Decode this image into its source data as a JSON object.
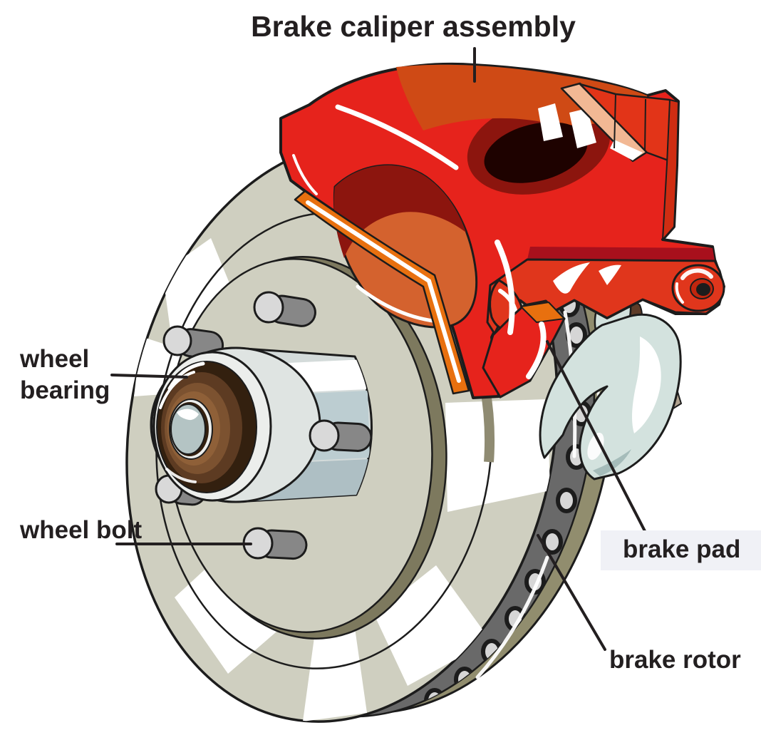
{
  "title": "Brake caliper assembly",
  "labels": {
    "wheel_bearing": {
      "line1": "wheel",
      "line2": "bearing"
    },
    "wheel_bolt": "wheel bolt",
    "brake_pad": "brake pad",
    "brake_rotor": "brake rotor"
  },
  "colors": {
    "text_color": "#231f20",
    "outline": "#1c1c1c",
    "label_bg": "#f0f1f6",
    "caliper_red": "#e6231c",
    "caliper_orange_top": "#cf4a15",
    "caliper_salmon": "#d4622e",
    "caliper_maroon": "#8c150e",
    "caliper_underside_orange": "#e8700f",
    "caliper_dark_band": "#a8101c",
    "caliper_bracket_red": "#e0361c",
    "caliper_step_red": "#e23418",
    "caliper_step_dark": "#cf2d12",
    "pink_strip": "#f2b894",
    "hole_dark": "#1e0200",
    "rotor_face": "#cfcfc0",
    "rotor_shadow": "#8f8b72",
    "rotor_shadow_dark": "#7d795e",
    "rim_gray": "#696969",
    "rim_olive": "#918d6e",
    "rim_hole": "#d6d6d6",
    "bolt_shaft": "#878787",
    "bolt_tip": "#d9d9d9",
    "hub_light": "#d4dbda",
    "hub_blue": "#bccdd1",
    "hub_blue_dark": "#aebfc4",
    "hub_face": "#dfe4e2",
    "bearing_dark": "#33200f",
    "bearing_mid": "#5d3b22",
    "bearing_light": "#7c5230",
    "bearing_lighter": "#8f6038",
    "chrome": "#eceeec",
    "cap_blue": "#b4c4c4",
    "steel": "#d3e2de",
    "boot_brown": "#5e3c28",
    "mauve": "#a59d9b"
  }
}
